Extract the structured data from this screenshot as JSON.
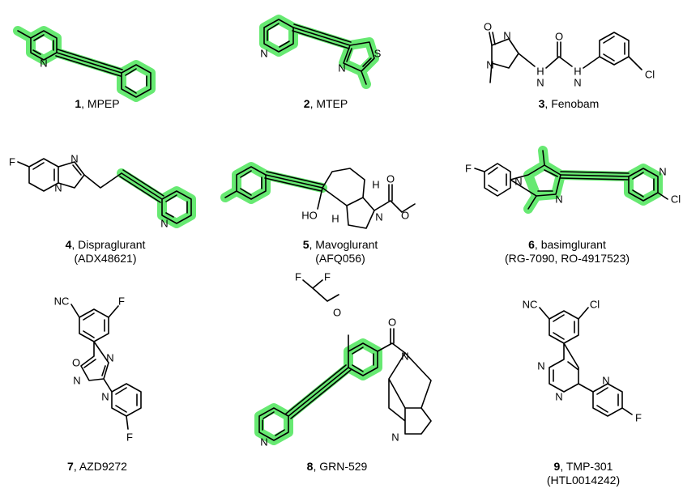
{
  "compounds": [
    {
      "number": "1",
      "name": ", MPEP",
      "alias": ""
    },
    {
      "number": "2",
      "name": ", MTEP",
      "alias": ""
    },
    {
      "number": "3",
      "name": ", Fenobam",
      "alias": ""
    },
    {
      "number": "4",
      "name": ", Dispraglurant",
      "alias": "(ADX48621)"
    },
    {
      "number": "5",
      "name": ", Mavoglurant",
      "alias": "(AFQ056)"
    },
    {
      "number": "6",
      "name": ", basimglurant",
      "alias": "(RG-7090, RO-4917523)"
    },
    {
      "number": "7",
      "name": ", AZD9272",
      "alias": ""
    },
    {
      "number": "8",
      "name": ", GRN-529",
      "alias": ""
    },
    {
      "number": "9",
      "name": ", TMP-301",
      "alias": "(HTL0014242)"
    }
  ],
  "atoms": {
    "n": "N",
    "o": "O",
    "s": "S",
    "f": "F",
    "cl": "Cl",
    "nc": "NC",
    "h": "H",
    "nh": "NH",
    "ho": "HO",
    "hn": "HN"
  },
  "colors": {
    "highlight": "#5fe86a",
    "bond": "#000000"
  }
}
